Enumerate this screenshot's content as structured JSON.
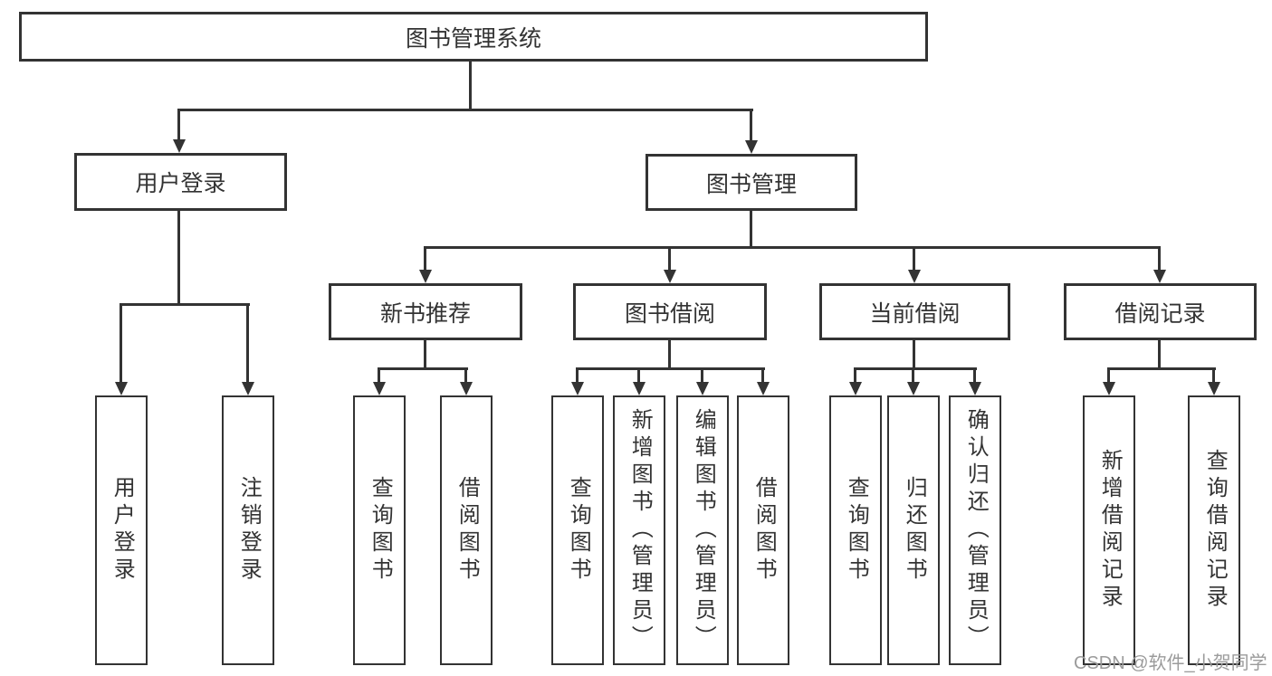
{
  "diagram": {
    "root": {
      "label": "图书管理系统"
    },
    "level2": [
      {
        "label": "用户登录"
      },
      {
        "label": "图书管理"
      }
    ],
    "level3": [
      {
        "label": "新书推荐"
      },
      {
        "label": "图书借阅"
      },
      {
        "label": "当前借阅"
      },
      {
        "label": "借阅记录"
      }
    ],
    "leaves": {
      "user_login": [
        {
          "label": "用户登录"
        },
        {
          "label": "注销登录"
        }
      ],
      "new_book_recommendation": [
        {
          "label": "查询图书"
        },
        {
          "label": "借阅图书"
        }
      ],
      "book_borrowing": [
        {
          "label": "查询图书"
        },
        {
          "label": "新增图书（管理员）"
        },
        {
          "label": "编辑图书（管理员）"
        },
        {
          "label": "借阅图书"
        }
      ],
      "current_borrowing": [
        {
          "label": "查询图书"
        },
        {
          "label": "归还图书"
        },
        {
          "label": "确认归还（管理员）"
        }
      ],
      "borrowing_records": [
        {
          "label": "新增借阅记录"
        },
        {
          "label": "查询借阅记录"
        }
      ]
    },
    "watermark": "CSDN @软件_小贺同学",
    "colors": {
      "line": "#333333",
      "text": "#333333",
      "background": "#ffffff",
      "watermark": "#9b9b9b"
    }
  }
}
